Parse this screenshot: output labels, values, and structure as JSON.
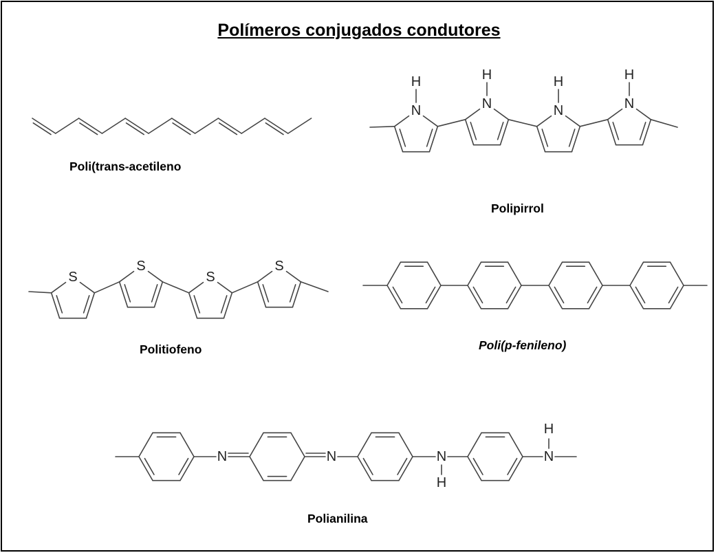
{
  "title": "Polímeros conjugados condutores",
  "polymers": [
    {
      "key": "polyacetylene",
      "name": "Poli(trans-acetileno"
    },
    {
      "key": "polypyrrole",
      "name": "Polipirrol"
    },
    {
      "key": "polythiophene",
      "name": "Politiofeno"
    },
    {
      "key": "polyphenylene",
      "name": "Poli(p-fenileno)"
    },
    {
      "key": "polyaniline",
      "name": "Polianilina"
    }
  ],
  "atoms": {
    "nitrogen": "N",
    "hydrogen": "H",
    "sulfur": "S"
  },
  "colors": {
    "bond": "#444444",
    "text": "#000000",
    "background": "#ffffff"
  }
}
